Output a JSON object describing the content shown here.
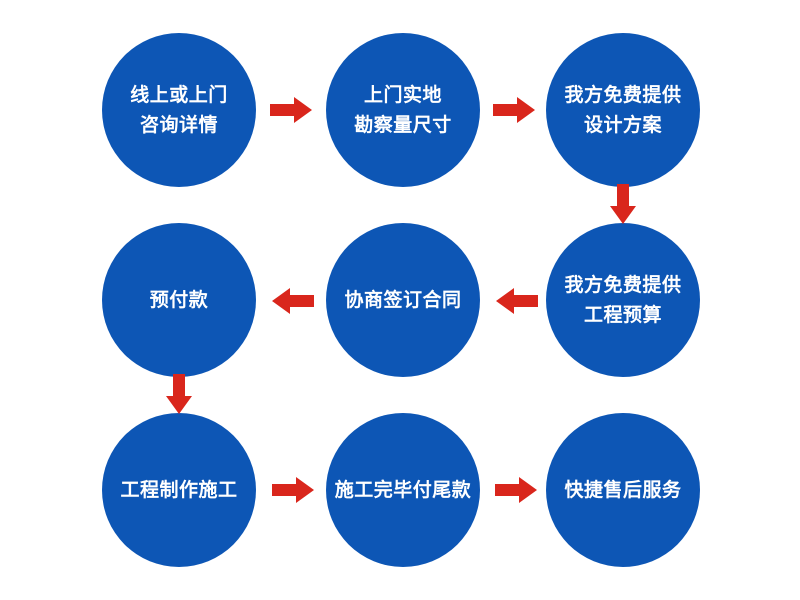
{
  "colors": {
    "node_fill": "#0d56b5",
    "arrow": "#d9261c",
    "text": "#ffffff",
    "background": "#ffffff"
  },
  "steps": [
    {
      "lines": [
        "线上或上门",
        "咨询详情"
      ]
    },
    {
      "lines": [
        "上门实地",
        "勘察量尺寸"
      ]
    },
    {
      "lines": [
        "我方免费提供",
        "设计方案"
      ]
    },
    {
      "lines": [
        "我方免费提供",
        "工程预算"
      ]
    },
    {
      "lines": [
        "协商签订合同"
      ]
    },
    {
      "lines": [
        "预付款"
      ]
    },
    {
      "lines": [
        "工程制作施工"
      ]
    },
    {
      "lines": [
        "施工完毕付尾款"
      ]
    },
    {
      "lines": [
        "快捷售后服务"
      ]
    }
  ],
  "connectors": [
    {
      "from": 0,
      "to": 1,
      "direction": "right"
    },
    {
      "from": 1,
      "to": 2,
      "direction": "right"
    },
    {
      "from": 2,
      "to": 3,
      "direction": "down"
    },
    {
      "from": 3,
      "to": 4,
      "direction": "left"
    },
    {
      "from": 4,
      "to": 5,
      "direction": "left"
    },
    {
      "from": 5,
      "to": 6,
      "direction": "down"
    },
    {
      "from": 6,
      "to": 7,
      "direction": "right"
    },
    {
      "from": 7,
      "to": 8,
      "direction": "right"
    }
  ]
}
